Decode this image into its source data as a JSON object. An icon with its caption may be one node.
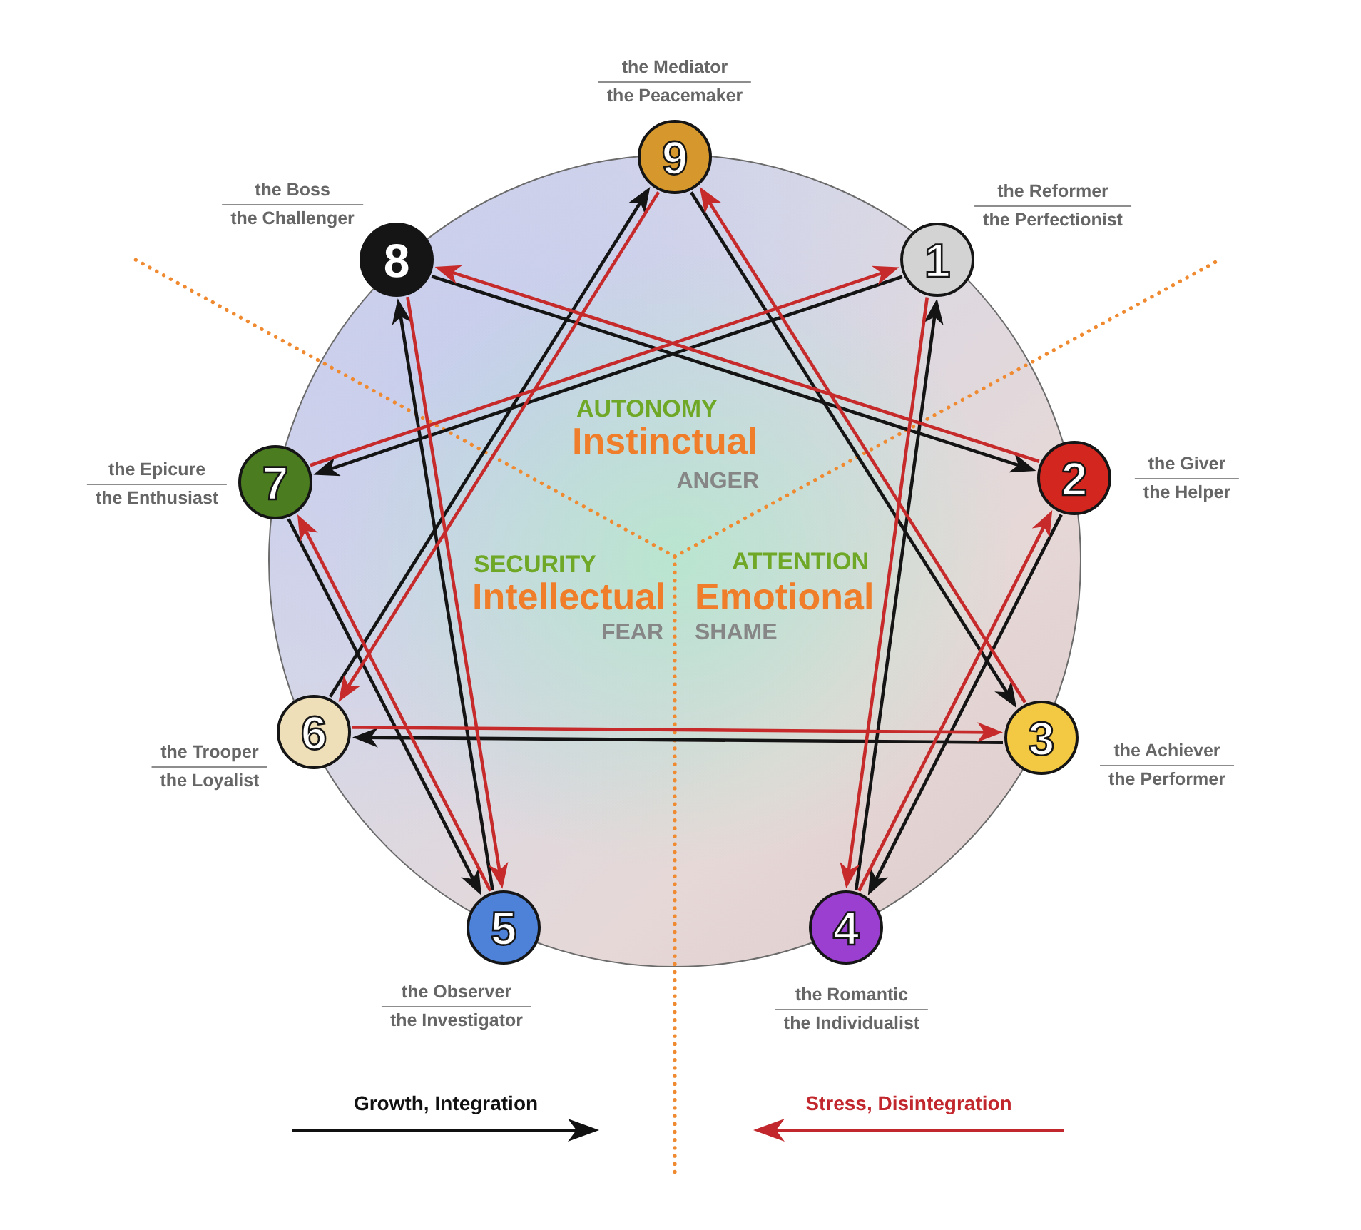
{
  "diagram": {
    "nodes": [
      {
        "text": [
          "1"
        ],
        "beside": [
          "the Reformer",
          "the Perfectionist"
        ]
      },
      {
        "text": [
          "2"
        ],
        "beside": [
          "the Giver",
          "the Helper"
        ]
      },
      {
        "text": [
          "3"
        ],
        "beside": [
          "the Achiever",
          "the Performer"
        ]
      },
      {
        "text": [
          "4"
        ],
        "beside": [
          "the Romantic",
          "the Individualist"
        ]
      },
      {
        "text": [
          "5"
        ],
        "beside": [
          "the Observer",
          "the Investigator"
        ]
      },
      {
        "text": [
          "6"
        ],
        "beside": [
          "the Trooper",
          "the Loyalist"
        ]
      },
      {
        "text": [
          "7"
        ],
        "beside": [
          "the Epicure",
          "the Enthusiast"
        ]
      },
      {
        "text": [
          "8"
        ],
        "beside": [
          "the Boss",
          "the Challenger"
        ]
      },
      {
        "text": [
          "9"
        ],
        "beside": [
          "the Mediator",
          "the Peacemaker"
        ]
      }
    ],
    "edges": [
      {
        "from": 0,
        "to": 6,
        "arrow": "to"
      },
      {
        "from": 1,
        "to": 3,
        "arrow": "to"
      },
      {
        "from": 2,
        "to": 5,
        "arrow": "to"
      },
      {
        "from": 3,
        "to": 0,
        "arrow": "to"
      },
      {
        "from": 4,
        "to": 7,
        "arrow": "to"
      },
      {
        "from": 5,
        "to": 8,
        "arrow": "to"
      },
      {
        "from": 6,
        "to": 4,
        "arrow": "to"
      },
      {
        "from": 7,
        "to": 1,
        "arrow": "to"
      },
      {
        "from": 8,
        "to": 2,
        "arrow": "to"
      },
      {
        "from": 0,
        "to": 3,
        "arrow": "to",
        "color": "#c62a2a"
      },
      {
        "from": 1,
        "to": 7,
        "arrow": "to",
        "color": "#c62a2a"
      },
      {
        "from": 2,
        "to": 8,
        "arrow": "to",
        "color": "#c62a2a"
      },
      {
        "from": 3,
        "to": 1,
        "arrow": "to",
        "color": "#c62a2a"
      },
      {
        "from": 4,
        "to": 6,
        "arrow": "to",
        "color": "#c62a2a"
      },
      {
        "from": 5,
        "to": 2,
        "arrow": "to",
        "color": "#c62a2a"
      },
      {
        "from": 6,
        "to": 0,
        "arrow": "to",
        "color": "#c62a2a"
      },
      {
        "from": 7,
        "to": 4,
        "arrow": "to",
        "color": "#c62a2a"
      },
      {
        "from": 8,
        "to": 5,
        "arrow": "to",
        "color": "#c62a2a"
      }
    ],
    "labels": [
      "AUTONOMY",
      "Instinctual",
      "ANGER",
      "SECURITY",
      "Intellectual",
      "FEAR",
      "ATTENTION",
      "Emotional",
      "SHAME"
    ],
    "legend": [
      {
        "text": "Growth, Integration"
      },
      {
        "text": "Stress, Disintegration"
      }
    ]
  }
}
